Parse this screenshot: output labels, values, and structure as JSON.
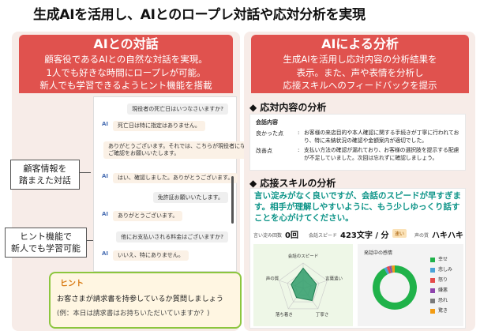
{
  "title": "生成AIを活用し、AIとのロープレ対話や応対分析を実現",
  "left_panel": {
    "header": "AIとの対話",
    "description": [
      "顧客役であるAIとの自然な対話を実現。",
      "1人でも好きな時間にロープレが可能。",
      "新人でも学習できるようヒント機能を搭載"
    ]
  },
  "right_panel": {
    "header": "AIによる分析",
    "description": [
      "生成AIを活用し応対内容の分析結果を",
      "表示。また、声や表情を分析し",
      "応接スキルへのフィードバックを提示"
    ]
  },
  "chat": {
    "ai_label": "AI",
    "messages": [
      {
        "role": "user",
        "text": "現役者の死亡日はいつなさいますか?"
      },
      {
        "role": "ai",
        "text": "死亡日は特に指定はありません。"
      },
      {
        "role": "ai",
        "text": "ありがとうございます。それでは、こちらが現役者になりますので\nご確認をお願いいたします。"
      },
      {
        "role": "ai",
        "text": "はい、確認しました。ありがとうございます。"
      },
      {
        "role": "user",
        "text": "免許証お願いいたします。"
      },
      {
        "role": "ai",
        "text": "ありがとうございます。"
      },
      {
        "role": "user",
        "text": "他にお支払いされる料金はございますか?"
      },
      {
        "role": "ai",
        "text": "いいえ、特にありません。"
      }
    ]
  },
  "callouts": {
    "customer_info": [
      "顧客情報を",
      "踏まえた対話"
    ],
    "hint_feature": [
      "ヒント機能で",
      "新人でも学習可能"
    ]
  },
  "hint": {
    "label": "ヒント",
    "main": "お客さまが請求書を持参しているか質問しましょう",
    "example": "(例：本日は請求書はお持ちいただいていますか？)"
  },
  "analysis": {
    "section1_title": "◆ 応対内容の分析",
    "content_header": "会話内容",
    "rows": [
      {
        "label": "良かった点",
        "colon": ":",
        "text": "お客様の来店目的や本人確認に関する手続きが丁寧に行われており、特に未納状況の確認や金額案内が適切でした。"
      },
      {
        "label": "改善点",
        "colon": ":",
        "text": "支払い方法の確認が漏れており、お客様の選択肢を提示する配慮が不足していました。次回は忘れずに確認しましょう。"
      }
    ],
    "section2_title": "◆ 応接スキルの分析",
    "feedback": "言い淀みがなく良いですが、会話のスピードが早すぎます。相手が理解しやすいように、もう少しゆっくり話すことを心がけてください。",
    "metrics": {
      "filler_label": "言い淀み回数",
      "filler_value": "0回",
      "speed_label": "会話スピード",
      "speed_value": "423文字 / 分",
      "speed_badge": "速い",
      "voice_label": "声の質",
      "voice_value": "ハキハキ"
    },
    "radar": {
      "axes": [
        "会話のスピード",
        "言葉遣い",
        "丁寧さ",
        "落ち着き",
        "声の質"
      ],
      "values": [
        0.8,
        0.55,
        0.6,
        0.45,
        0.5
      ]
    },
    "emotion": {
      "title": "発話中の感情",
      "legend": [
        {
          "name": "幸せ",
          "color": "#20b24a",
          "share": 0.92
        },
        {
          "name": "悲しみ",
          "color": "#4aa3d8",
          "share": 0.02
        },
        {
          "name": "怒り",
          "color": "#e54b4b",
          "share": 0.02
        },
        {
          "name": "嫌悪",
          "color": "#8e44ad",
          "share": 0.01
        },
        {
          "name": "恐れ",
          "color": "#7a7a7a",
          "share": 0.01
        },
        {
          "name": "驚き",
          "color": "#f39c12",
          "share": 0.02
        }
      ]
    }
  }
}
